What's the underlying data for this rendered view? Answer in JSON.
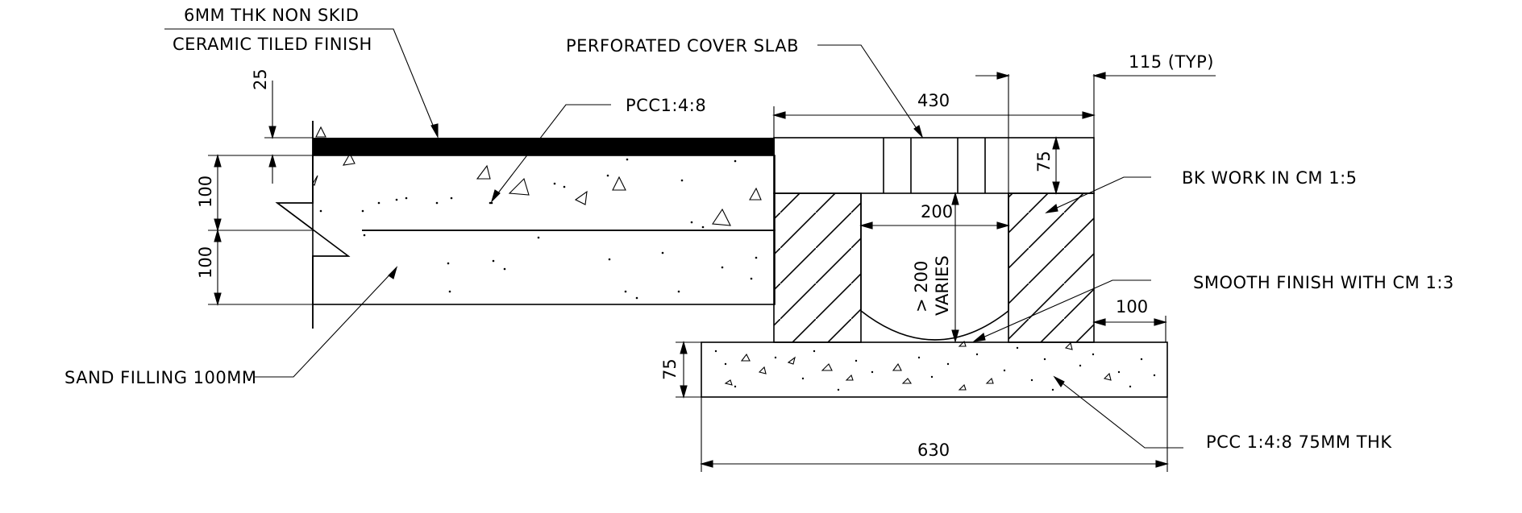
{
  "labels": {
    "tile_finish_line1": "6MM THK NON SKID",
    "tile_finish_line2": "CERAMIC TILED FINISH",
    "pcc_148": "PCC1:4:8",
    "perforated_slab": "PERFORATED COVER SLAB",
    "typ_115": "115 (TYP)",
    "bk_work": "BK WORK IN CM 1:5",
    "smooth_finish": "SMOOTH FINISH WITH CM 1:3",
    "sand_filling": "SAND FILLING 100MM",
    "pcc_75": "PCC 1:4:8 75MM THK"
  },
  "dimensions": {
    "d25": "25",
    "d100_top": "100",
    "d100_bottom": "100",
    "d430": "430",
    "d75_slab": "75",
    "d200_width": "200",
    "d200_depth": "> 200",
    "varies": "VARIES",
    "d100_right": "100",
    "d75_base": "75",
    "d630": "630"
  }
}
